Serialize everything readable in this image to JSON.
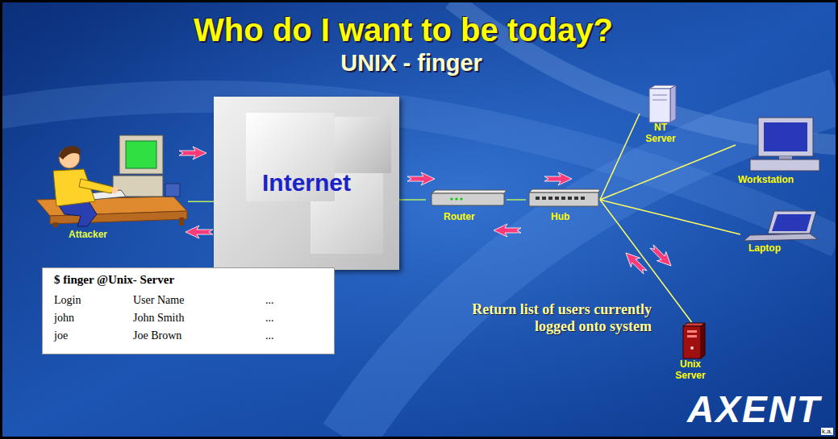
{
  "diagram": {
    "title": "Who do I want to be today?",
    "nodes": [
      {
        "text": [
          "Attacker"
        ]
      },
      {
        "text": [
          "Internet"
        ]
      },
      {
        "text": [
          "Router"
        ]
      },
      {
        "text": [
          "Hub"
        ]
      },
      {
        "text": [
          "NT Server"
        ]
      },
      {
        "text": [
          "Workstation"
        ]
      },
      {
        "text": [
          "Laptop"
        ]
      },
      {
        "text": [
          "Unix Server"
        ]
      },
      {
        "text": [
          "$ finger @Unix- Server",
          "Login",
          "User Name",
          "...",
          "john",
          "John Smith",
          "...",
          "joe",
          "Joe Brown",
          "..."
        ]
      }
    ],
    "edges": [
      {
        "from": 0,
        "to": 1,
        "arrow": "none"
      },
      {
        "from": 1,
        "to": 2,
        "arrow": "none"
      },
      {
        "from": 2,
        "to": 3,
        "arrow": "none"
      },
      {
        "from": 3,
        "to": 4,
        "arrow": "none"
      },
      {
        "from": 3,
        "to": 5,
        "arrow": "none"
      },
      {
        "from": 3,
        "to": 6,
        "arrow": "none"
      },
      {
        "from": 3,
        "to": 7,
        "arrow": "none"
      }
    ],
    "labels": [
      "UNIX - finger",
      "Return list of users currently logged onto system",
      "AXENT",
      "k,a,"
    ]
  }
}
